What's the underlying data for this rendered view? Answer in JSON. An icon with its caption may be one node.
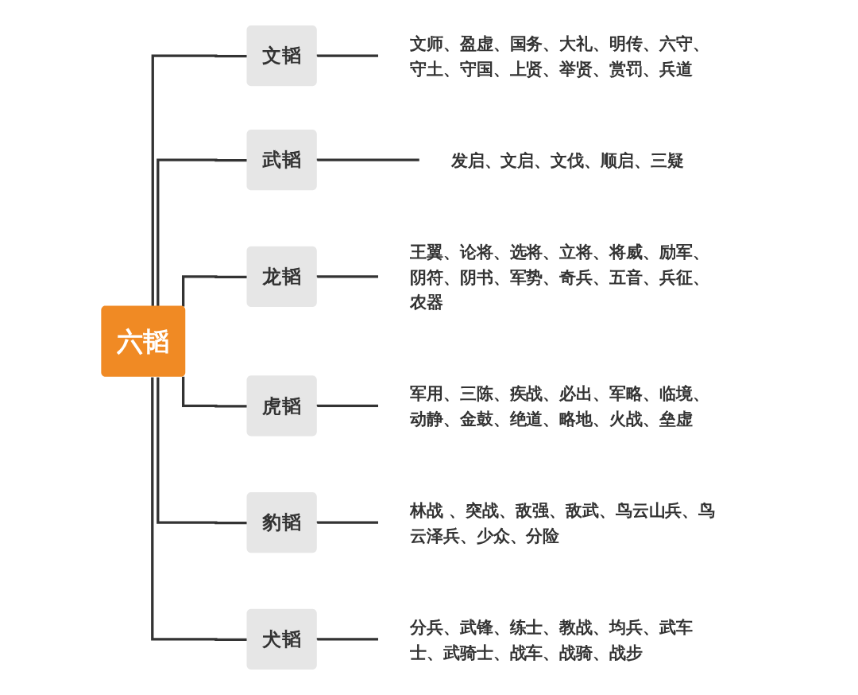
{
  "diagram": {
    "nodes": [
      {
        "text": [
          "六韬"
        ]
      },
      {
        "text": [
          "文韬"
        ]
      },
      {
        "text": [
          "文师、盈虚、国务、大礼、明传、六守、守土、守国、上贤、举贤、赏罚、兵道"
        ]
      },
      {
        "text": [
          "武韬"
        ]
      },
      {
        "text": [
          "发启、文启、文伐、顺启、三疑"
        ]
      },
      {
        "text": [
          "龙韬"
        ]
      },
      {
        "text": [
          "王翼、论将、选将、立将、将威、励军、阴符、阴书、军势、奇兵、五音、兵征、农器"
        ]
      },
      {
        "text": [
          "虎韬"
        ]
      },
      {
        "text": [
          "军用、三陈、疾战、必出、军略、临境、动静、金鼓、绝道、略地、火战、垒虚"
        ]
      },
      {
        "text": [
          "豹韬"
        ]
      },
      {
        "text": [
          "林战 、突战、敌强、敌武、鸟云山兵、鸟云泽兵、少众、分险"
        ]
      },
      {
        "text": [
          "犬韬"
        ]
      },
      {
        "text": [
          "分兵、武锋、练士、教战、均兵、武车士、武骑士、战车、战骑、战步"
        ]
      }
    ],
    "edges": [
      {
        "from": 0,
        "to": 1,
        "arrow": "none"
      },
      {
        "from": 1,
        "to": 2,
        "arrow": "none"
      },
      {
        "from": 0,
        "to": 3,
        "arrow": "none"
      },
      {
        "from": 3,
        "to": 4,
        "arrow": "none"
      },
      {
        "from": 0,
        "to": 5,
        "arrow": "none"
      },
      {
        "from": 5,
        "to": 6,
        "arrow": "none"
      },
      {
        "from": 0,
        "to": 7,
        "arrow": "none"
      },
      {
        "from": 7,
        "to": 8,
        "arrow": "none"
      },
      {
        "from": 0,
        "to": 9,
        "arrow": "none"
      },
      {
        "from": 9,
        "to": 10,
        "arrow": "none"
      },
      {
        "from": 0,
        "to": 11,
        "arrow": "none"
      },
      {
        "from": 11,
        "to": 12,
        "arrow": "none"
      }
    ]
  }
}
